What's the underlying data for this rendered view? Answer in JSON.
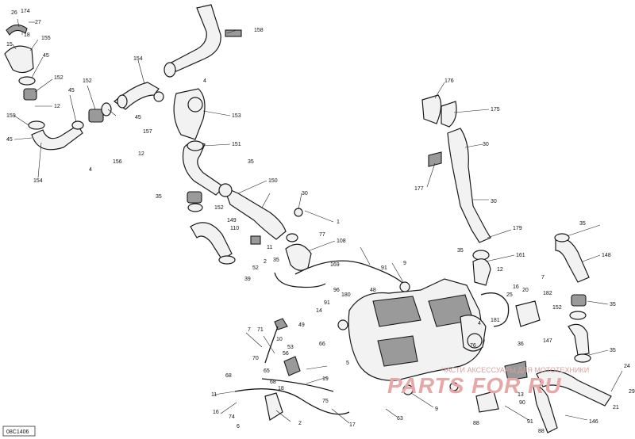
{
  "diagram": {
    "code": "08C1406",
    "watermark_line1": "ЧАСТИ АКСЕССУАРЫ ДЛЯ МОТОТЕХНИКИ",
    "watermark_line2": "PARTS FOR RU",
    "callouts": [
      "26",
      "174",
      "27",
      "18",
      "15",
      "155",
      "45",
      "152",
      "12",
      "159",
      "45",
      "154",
      "45",
      "152",
      "45",
      "4",
      "156",
      "12",
      "154",
      "4",
      "158",
      "153",
      "157",
      "151",
      "35",
      "35",
      "150",
      "30",
      "152",
      "149",
      "1",
      "110",
      "52",
      "11",
      "2",
      "77",
      "108",
      "35",
      "39",
      "176",
      "175",
      "30",
      "177",
      "30",
      "179",
      "35",
      "161",
      "7",
      "12",
      "20",
      "182",
      "25",
      "181",
      "16",
      "35",
      "148",
      "152",
      "35",
      "147",
      "35",
      "24",
      "29",
      "21",
      "146",
      "91",
      "9",
      "169",
      "96",
      "180",
      "91",
      "14",
      "48",
      "4",
      "36",
      "49",
      "7",
      "71",
      "10",
      "53",
      "56",
      "66",
      "70",
      "5",
      "19",
      "65",
      "68",
      "18",
      "68",
      "11",
      "16",
      "74",
      "6",
      "2",
      "75",
      "17",
      "63",
      "9",
      "91",
      "13",
      "88",
      "90",
      "88",
      "76",
      "9"
    ]
  }
}
